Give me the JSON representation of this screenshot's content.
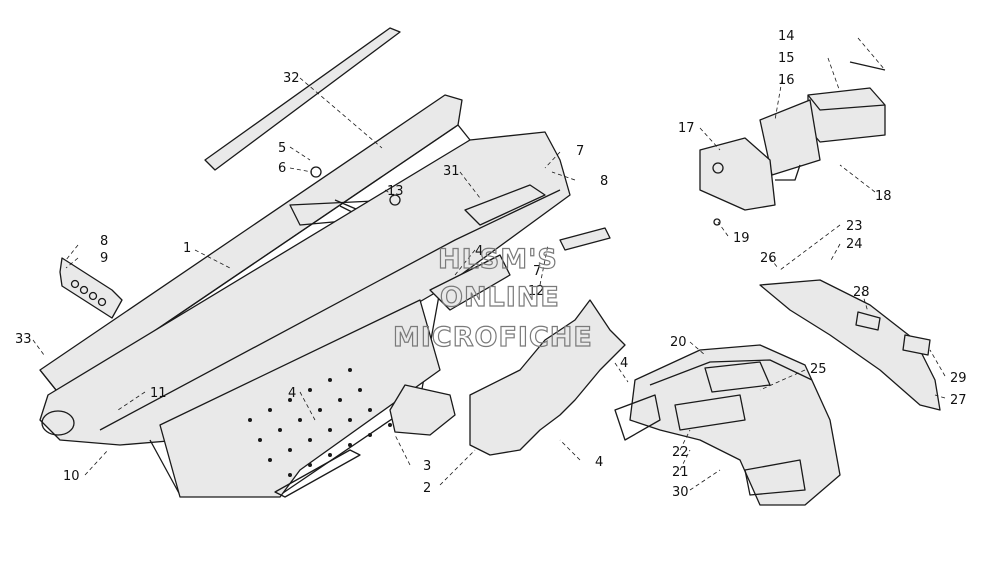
{
  "watermark": {
    "line1": "HLSM'S",
    "line2": "ONLINE",
    "line3": "MICROFICHE"
  },
  "callouts": {
    "c1": "1",
    "c2": "2",
    "c3": "3",
    "c4a": "4",
    "c4b": "4",
    "c4c": "4",
    "c4d": "4",
    "c5": "5",
    "c6": "6",
    "c7a": "7",
    "c7b": "7",
    "c8a": "8",
    "c8b": "8",
    "c9": "9",
    "c10": "10",
    "c11": "11",
    "c12": "12",
    "c13": "13",
    "c14": "14",
    "c15": "15",
    "c16": "16",
    "c17": "17",
    "c18": "18",
    "c19": "19",
    "c20": "20",
    "c21": "21",
    "c22": "22",
    "c23": "23",
    "c24": "24",
    "c25": "25",
    "c26": "26",
    "c27": "27",
    "c28": "28",
    "c29": "29",
    "c30": "30",
    "c31": "31",
    "c32": "32",
    "c33": "33"
  }
}
